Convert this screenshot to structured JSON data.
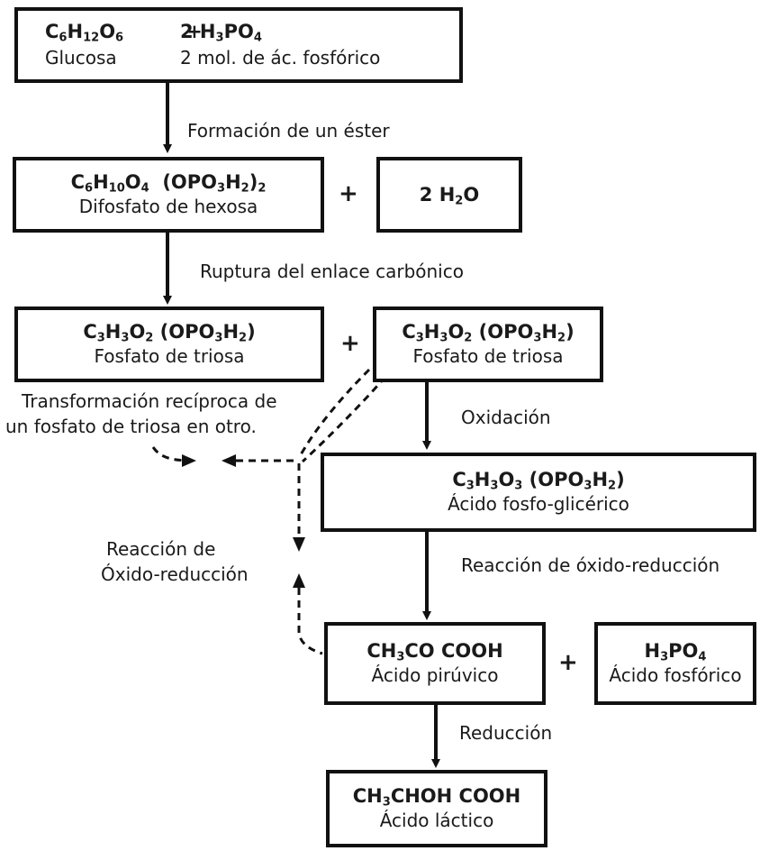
{
  "boxes": {
    "glucose": {
      "formula_left": "C6H12O6",
      "plus": "+",
      "formula_right": "2 H3PO4",
      "name_left": "Glucosa",
      "name_right": "2 mol. de ác. fosfórico"
    },
    "hexose": {
      "formula": "C6H10O4 (OPO3H2)2",
      "name": "Difosfato de hexosa"
    },
    "water": {
      "formula": "2 H2O"
    },
    "triose_left": {
      "formula": "C3H3O2 (OPO3H2)",
      "name": "Fosfato de triosa"
    },
    "triose_right": {
      "formula": "C3H3O2 (OPO3H2)",
      "name": "Fosfato de triosa"
    },
    "glyceric": {
      "formula": "C3H3O3 (OPO3H2)",
      "name": "Ácido fosfo-glicérico"
    },
    "pyruvic": {
      "formula": "CH3CO COOH",
      "name": "Ácido pirúvico"
    },
    "phosphoric": {
      "formula": "H3PO4",
      "name": "Ácido fosfórico"
    },
    "lactic": {
      "formula": "CH3CHOH COOH",
      "name": "Ácido láctico"
    }
  },
  "plus_signs": [
    "+",
    "+",
    "+"
  ],
  "step_labels": {
    "ester": "Formación de un éster",
    "rupture": "Ruptura del enlace carbónico",
    "oxidation": "Oxidación",
    "redox": "Reacción de óxido-reducción",
    "reduction": "Reducción"
  },
  "side_notes": {
    "transformation": [
      "Transformación recíproca de",
      "un fosfato de triosa en otro."
    ],
    "redox": [
      "Reacción de",
      "Óxido-reducción"
    ]
  }
}
